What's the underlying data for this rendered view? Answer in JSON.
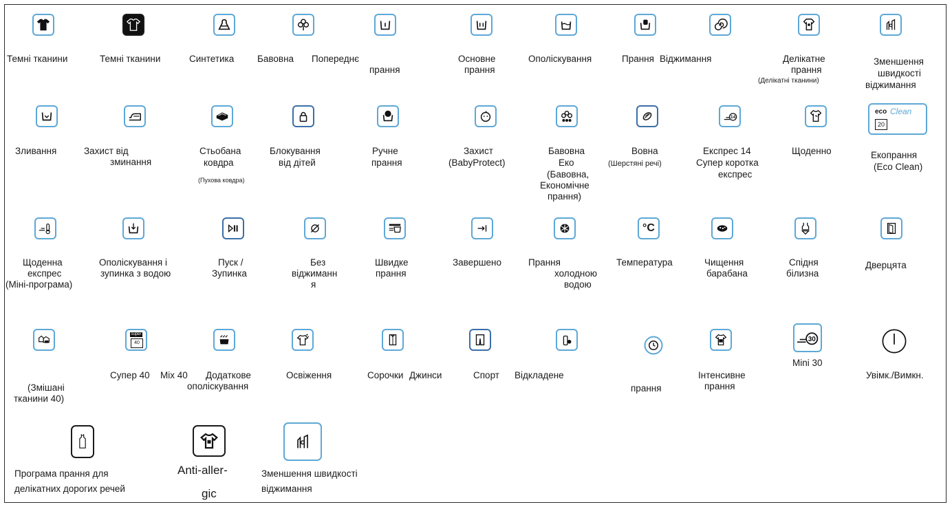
{
  "row1": {
    "dark_fabrics_1": "Темні тканини",
    "dark_fabrics_2": "Темні тканини",
    "synthetics": "Синтетика",
    "cotton": "Бавовна",
    "prewash_1": "Попереднє",
    "prewash_2": "прання",
    "mainwash_1": "Основне",
    "mainwash_2": "прання",
    "rinse": "Ополіскування",
    "wash": "Прання",
    "spin": "Віджимання",
    "delicate_1": "Делікатне",
    "delicate_2": "прання",
    "delicate_3": "(Делікатні тканини)",
    "reduce_spin_1": "Зменшення",
    "reduce_spin_2": "швидкості",
    "reduce_spin_3": "віджимання"
  },
  "row2": {
    "drain": "Зливання",
    "anticrease_1": "Захист від",
    "anticrease_2": "зминання",
    "duvet_1": "Стьобана",
    "duvet_2": "ковдра",
    "duvet_3": "(Пухова ковдра)",
    "childlock_1": "Блокування",
    "childlock_2": "від дітей",
    "handwash_1": "Ручне",
    "handwash_2": "прання",
    "babyprotect_1": "Захист",
    "babyprotect_2": "(BabyProtect)",
    "cottoneco_1": "Бавовна",
    "cottoneco_2": "Еко",
    "cottoneco_3": "(Бавовна,",
    "cottoneco_4": "Економічне",
    "cottoneco_5": "прання)",
    "wool_1": "Вовна",
    "wool_2": "(Шерстяні речі)",
    "express14_1": "Експрес 14",
    "express14_2": "Супер коротка",
    "express14_3": "експрес",
    "daily": "Щоденно",
    "ecoclean_1": "Екопрання",
    "ecoclean_2": "(Eco Clean)"
  },
  "row3": {
    "dailyexpress_1": "Щоденна",
    "dailyexpress_2": "експрес",
    "dailyexpress_3": "(Міні-програма)",
    "rinsehold_1": "Ополіскування і",
    "rinsehold_2": "зупинка з водою",
    "startpause_1": "Пуск /",
    "startpause_2": "Зупинка",
    "nospin_1": "Без",
    "nospin_2": "віджиманн",
    "nospin_3": "я",
    "quickwash_1": "Швидке",
    "quickwash_2": "прання",
    "finished": "Завершено",
    "coldwash_1": "Прання",
    "coldwash_2": "холодною",
    "coldwash_3": "водою",
    "temperature": "Температура",
    "drumclean_1": "Чищення",
    "drumclean_2": "барабана",
    "underwear_1": "Спідня",
    "underwear_2": "білизна",
    "door": "Дверцята"
  },
  "row4": {
    "mixed_1": "(Змішані",
    "mixed_2": "тканини 40)",
    "super40": "Супер 40",
    "mix40": "Mix 40",
    "extrarinse_1": "Додаткове",
    "extrarinse_2": "ополіскування",
    "refresh": "Освіження",
    "shirts": "Сорочки",
    "jeans": "Джинси",
    "sport": "Спорт",
    "delayed": "Відкладене",
    "wash_timer": "прання",
    "intensive_1": "Інтенсивне",
    "intensive_2": "прання",
    "mini30": "Mini 30",
    "onoff": "Увімк./Вимкн."
  },
  "row5": {
    "precious_1": "Програма прання для",
    "precious_2": "делікатних дорогих речей",
    "antiallergic_1": "Anti-aller-",
    "antiallergic_2": "gic",
    "reduce_spin_1": "Зменшення швидкості",
    "reduce_spin_2": "віджимання"
  },
  "icon_badges": {
    "ecoclean_top": "eco",
    "ecoclean_word": "Clean",
    "ecoclean_num": "20",
    "express_num": "14",
    "super_top": "super",
    "super_num": "40",
    "mini_num": "30",
    "temp_symbol": "°C"
  },
  "colors": {
    "icon_border": "#5da8d6",
    "dark_icon_border": "#1a1a1a",
    "text": "#1a1a1a"
  }
}
